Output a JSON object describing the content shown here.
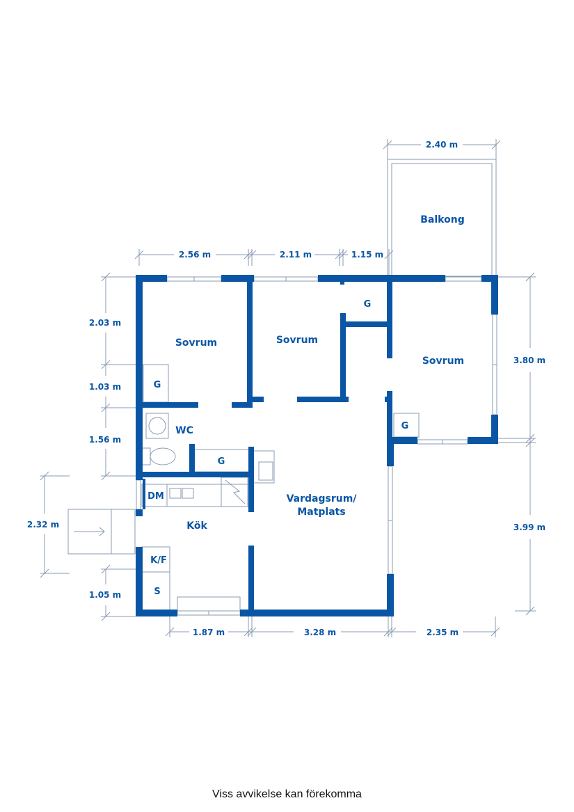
{
  "rooms": {
    "balkong": "Balkong",
    "sovrum_1": "Sovrum",
    "sovrum_2": "Sovrum",
    "sovrum_3": "Sovrum",
    "wc": "WC",
    "kok": "Kök",
    "vardagsrum_line1": "Vardagsrum/",
    "vardagsrum_line2": "Matplats"
  },
  "fixtures": {
    "g1": "G",
    "g2": "G",
    "g3": "G",
    "g4": "G",
    "dm": "DM",
    "kf": "K/F",
    "s": "S"
  },
  "dimensions": {
    "top_balkong": "2.40 m",
    "top_1": "2.56 m",
    "top_2": "2.11 m",
    "top_3": "1.15 m",
    "left_1": "2.03 m",
    "left_2": "1.03 m",
    "left_3": "1.56 m",
    "left_4": "2.32 m",
    "left_5": "1.05 m",
    "right_1": "3.80 m",
    "right_2": "3.99 m",
    "bottom_1": "1.87 m",
    "bottom_2": "3.28 m",
    "bottom_3": "2.35 m"
  },
  "colors": {
    "wall": "#0a56a5",
    "fixture_line": "#8a9bb0"
  },
  "disclaimer": "Viss avvikelse kan förekomma"
}
